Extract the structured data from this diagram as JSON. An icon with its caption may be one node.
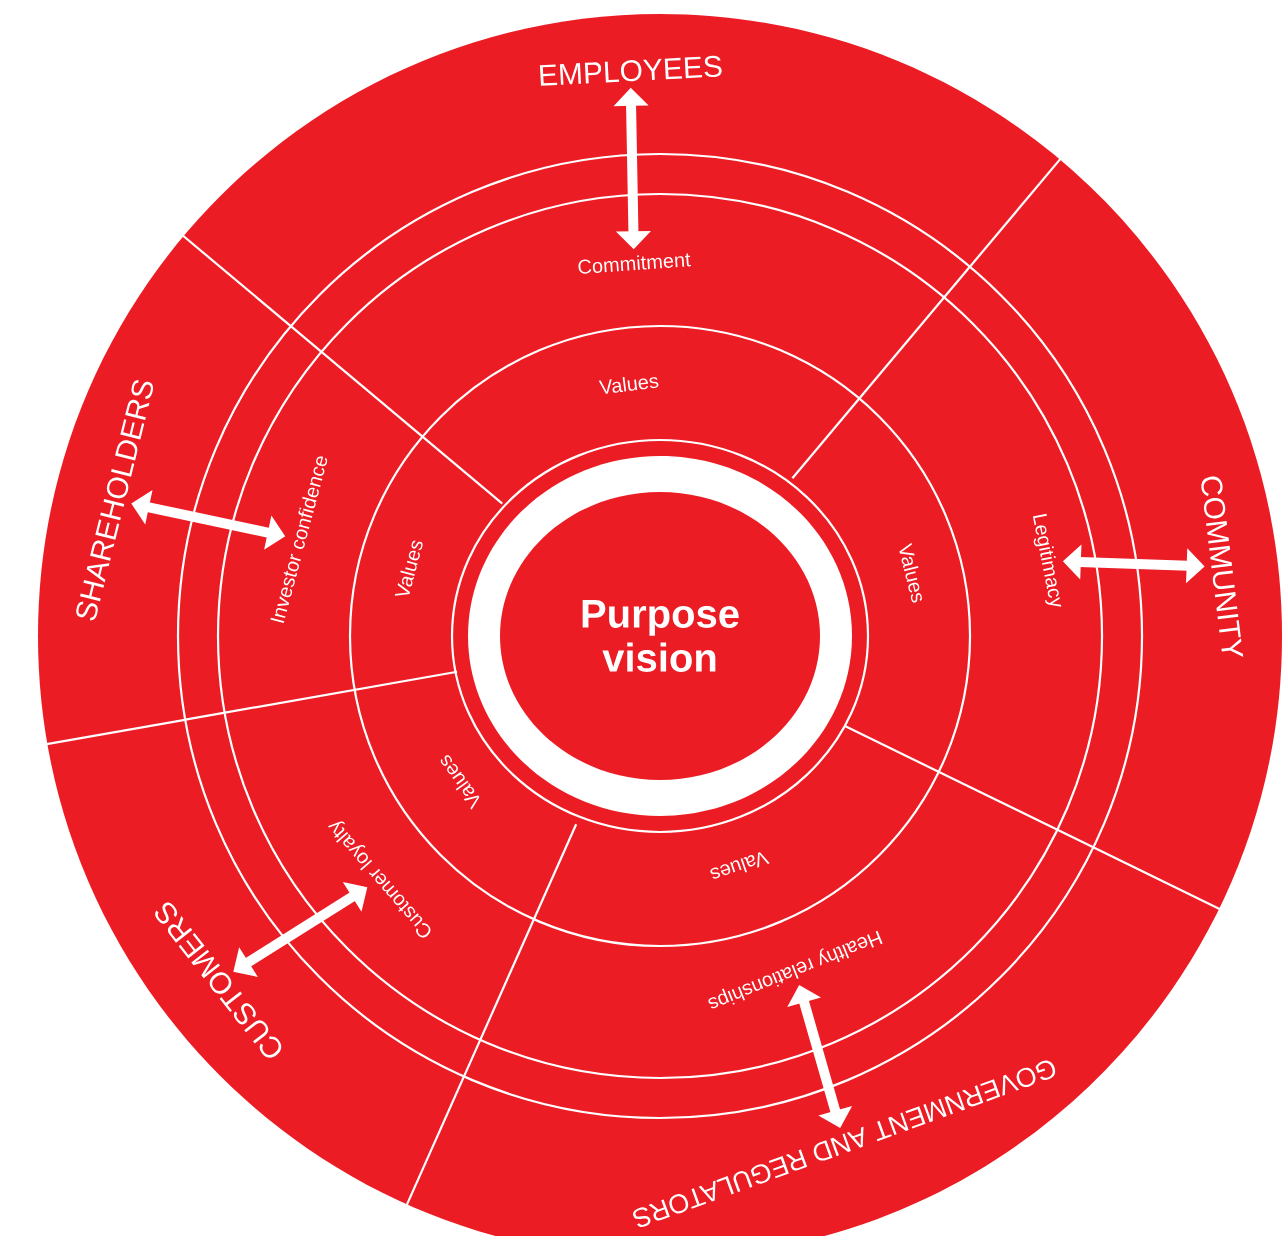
{
  "diagram": {
    "nodes": [
      {
        "text": [
          "EMPLOYEES"
        ]
      },
      {
        "text": [
          "SHAREHOLDERS"
        ]
      },
      {
        "text": [
          "CUSTOMERS"
        ]
      },
      {
        "text": [
          "GOVERNMENT AND REGULATORS"
        ]
      },
      {
        "text": [
          "COMMUNITY"
        ]
      },
      {
        "text": [
          "Commitment"
        ]
      },
      {
        "text": [
          "Investor confidence"
        ]
      },
      {
        "text": [
          "Customer loyalty"
        ]
      },
      {
        "text": [
          "Healthy relationships"
        ]
      },
      {
        "text": [
          "Legitimacy"
        ]
      },
      {
        "text": [
          "Values"
        ]
      },
      {
        "text": [
          "Values"
        ]
      },
      {
        "text": [
          "Values"
        ]
      },
      {
        "text": [
          "Values"
        ]
      },
      {
        "text": [
          "Values"
        ]
      },
      {
        "text": [
          "Purpose vision"
        ]
      }
    ],
    "edges": [
      {
        "from": 0,
        "to": 5,
        "arrow": "both"
      },
      {
        "from": 1,
        "to": 6,
        "arrow": "both"
      },
      {
        "from": 2,
        "to": 7,
        "arrow": "both"
      },
      {
        "from": 3,
        "to": 8,
        "arrow": "both"
      },
      {
        "from": 4,
        "to": 9,
        "arrow": "both"
      }
    ]
  }
}
